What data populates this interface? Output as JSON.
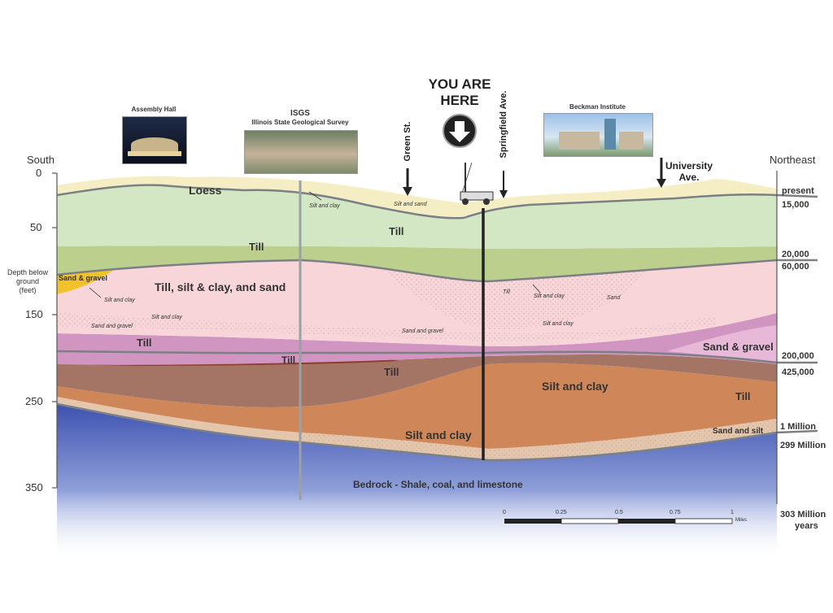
{
  "axes": {
    "left_title": "South",
    "right_title": "Northeast",
    "depth_label": [
      "Depth below",
      "ground",
      "(feet)"
    ],
    "depth_ticks": [
      "0",
      "50",
      "150",
      "250",
      "350"
    ]
  },
  "landmarks": {
    "assembly_hall": "Assembly Hall",
    "isgs_title": "ISGS",
    "isgs_sub": "Illinois State Geological Survey",
    "beckman": "Beckman Institute",
    "green_st": "Green St.",
    "springfield": "Springfield Ave.",
    "university": [
      "University",
      "Ave."
    ],
    "you_are_here": [
      "YOU ARE",
      "HERE"
    ]
  },
  "layers": {
    "loess": "Loess",
    "till_top": "Till",
    "till_band": "Till",
    "till_silt_sand": "Till, silt & clay, and sand",
    "till_purple": "Till",
    "till_dark": "Till",
    "till_brown": "Till",
    "silt_clay_mid": "Silt and clay",
    "silt_clay_low": "Silt and clay",
    "till_right": "Till",
    "sand_gravel_right": "Sand & gravel",
    "sand_gravel_left": "Sand & gravel",
    "sand_silt": "Sand and silt",
    "bedrock": "Bedrock - Shale, coal, and limestone"
  },
  "small_labels": {
    "silt_clay_1": "Silt and clay",
    "silt_clay_2": "Silt and clay",
    "silt_clay_3": "Silt and clay",
    "silt_clay_4": "Silt and clay",
    "silt_clay_5": "Silt and clay",
    "silt_sand": "Silt and sand",
    "sand_gravel_a": "Sand and gravel",
    "sand_gravel_b": "Sand and gravel",
    "till_small": "Till",
    "sand_small": "Sand"
  },
  "ages": [
    "present",
    "15,000",
    "20,000",
    "60,000",
    "200,000",
    "425,000",
    "1 Million",
    "299 Million",
    "303 Million",
    "years"
  ],
  "scale": {
    "ticks": [
      "0",
      "0.25",
      "0.5",
      "0.75",
      "1"
    ],
    "unit": "Miles"
  },
  "colors": {
    "loess": "#f7f0c6",
    "till_light_green": "#d3e6c2",
    "till_green": "#bccf8d",
    "pink": "#f6d3d6",
    "purple": "#d18fc0",
    "dark_brown": "#8a3c2a",
    "brown": "#a7705e",
    "orange_brown": "#cf8759",
    "tan": "#e6c4a9",
    "bedrock": "#5569b8",
    "boundary": "#7a7f82"
  }
}
